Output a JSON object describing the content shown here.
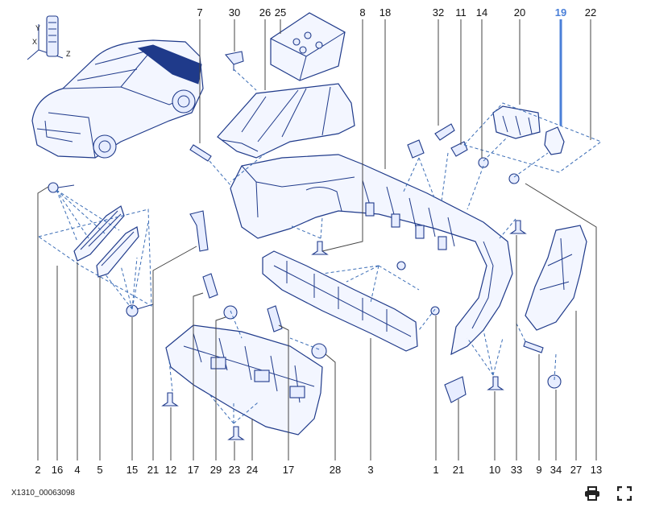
{
  "diagram": {
    "reference_code": "X1310_00063098",
    "top_labels": [
      "7",
      "30",
      "26",
      "25",
      "8",
      "18",
      "32",
      "11",
      "14",
      "20",
      "19",
      "22"
    ],
    "bottom_labels": [
      "2",
      "16",
      "4",
      "5",
      "15",
      "21",
      "12",
      "17",
      "29",
      "23",
      "24",
      "17",
      "28",
      "3",
      "1",
      "21",
      "10",
      "33",
      "9",
      "34",
      "27",
      "13"
    ],
    "highlighted_label": "19"
  },
  "toolbar": {
    "print_icon": "printer-icon",
    "fullscreen_icon": "fullscreen-icon"
  },
  "colors": {
    "line": "#1f3a8a",
    "dash": "#3b6db6",
    "highlight": "#4a7fd8"
  }
}
